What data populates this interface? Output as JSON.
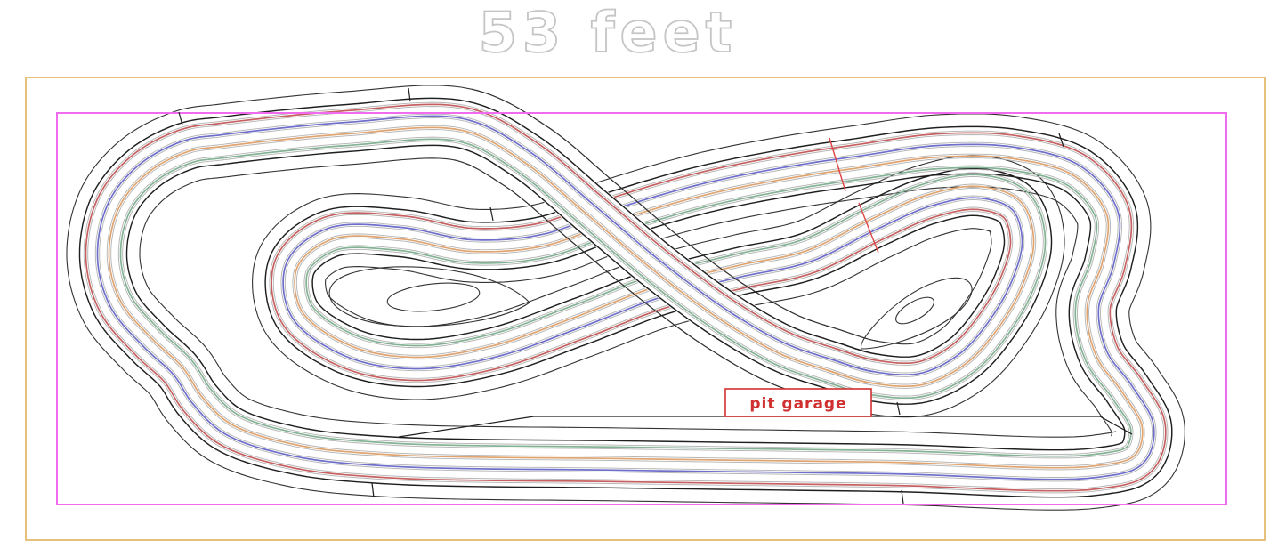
{
  "title": {
    "text": "53 feet",
    "stroke_color": "#c5c5c5"
  },
  "borders": {
    "outer_color": "#e7c07c",
    "inner_color": "#ef6cef"
  },
  "track": {
    "description": "4-lane figure-eight slot car routed track plan",
    "lane_count": 4,
    "lanes": [
      {
        "name": "lane-red",
        "color": "#c66060"
      },
      {
        "name": "lane-blue",
        "color": "#6e6ecb"
      },
      {
        "name": "lane-orange",
        "color": "#dfa470"
      },
      {
        "name": "lane-green",
        "color": "#83b295"
      }
    ],
    "edge_color": "#1f1f1f",
    "board_color": "#333333",
    "rail_color": "#b5b5b5",
    "start_line_color": "#e04545",
    "start_line_count": 2
  },
  "pit": {
    "label": "pit garage",
    "color": "#d03030"
  }
}
